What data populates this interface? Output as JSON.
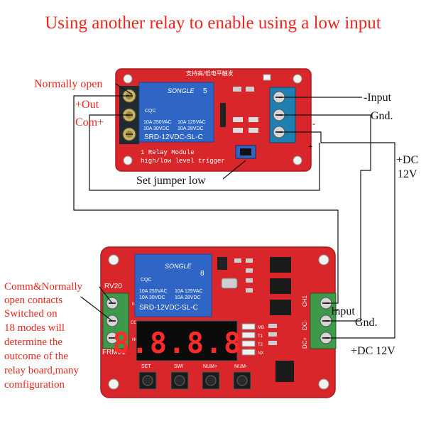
{
  "title": "Using another relay to enable using a low input",
  "colors": {
    "title": "#e8281e",
    "pcb": "#d8262a",
    "pcb_edge": "#b11b1f",
    "relay": "#2f66c6",
    "terminal": "#1f7fb0",
    "terminal_green": "#3d9a4a",
    "display_bg": "#0b0b0b",
    "led_digit": "#ff2b2b",
    "wire": "#111111"
  },
  "top_board": {
    "header_text": "支持高/低电平触发",
    "relay_brand": "SONGLE",
    "relay_number": "5",
    "relay_specs": [
      "10A 250VAC",
      "10A 125VAC",
      "10A 30VDC",
      "10A 28VDC"
    ],
    "relay_model": "SRD-12VDC-SL-C",
    "module_line1": "1 Relay  Module",
    "module_line2": "high/low level trigger",
    "cqc": "CQC",
    "pin_minus": "-",
    "pin_plus": "+"
  },
  "top_labels": {
    "normally_open": "Normally open",
    "out": "+Out",
    "com": "Com+",
    "input": "-Input",
    "gnd": "Gnd.",
    "dc_plus": "+DC",
    "dc_volts": "12V",
    "jumper": "Set jumper low"
  },
  "bottom_board": {
    "relay_brand": "SONGLE",
    "relay_number": "8",
    "relay_specs": [
      "10A 250VAC",
      "10A 125VAC",
      "10A 30VDC",
      "10A 28VDC"
    ],
    "relay_model": "SRD-12VDC-SL-C",
    "cqc": "CQC",
    "rv": "RV20",
    "frm": "FRM01",
    "ch1": "CH1",
    "dc_minus": "DC-",
    "dc_plus": "DC+",
    "display": "8.8.8.8.",
    "led_labels": [
      "MD",
      "T1",
      "T2",
      "NX"
    ],
    "buttons": [
      "SET",
      "SWI",
      "NUM+",
      "NUM-"
    ],
    "left_pins": [
      "NO",
      "COM",
      "NC"
    ]
  },
  "bottom_labels": {
    "left_desc": [
      "Comm&Normally",
      "open contacts",
      "Switched on",
      "18 modes will",
      "determine the",
      "outcome of the",
      "relay board,many",
      "comfiguration"
    ],
    "input": "Input",
    "gnd": "Gnd.",
    "dc": "+DC 12V"
  }
}
